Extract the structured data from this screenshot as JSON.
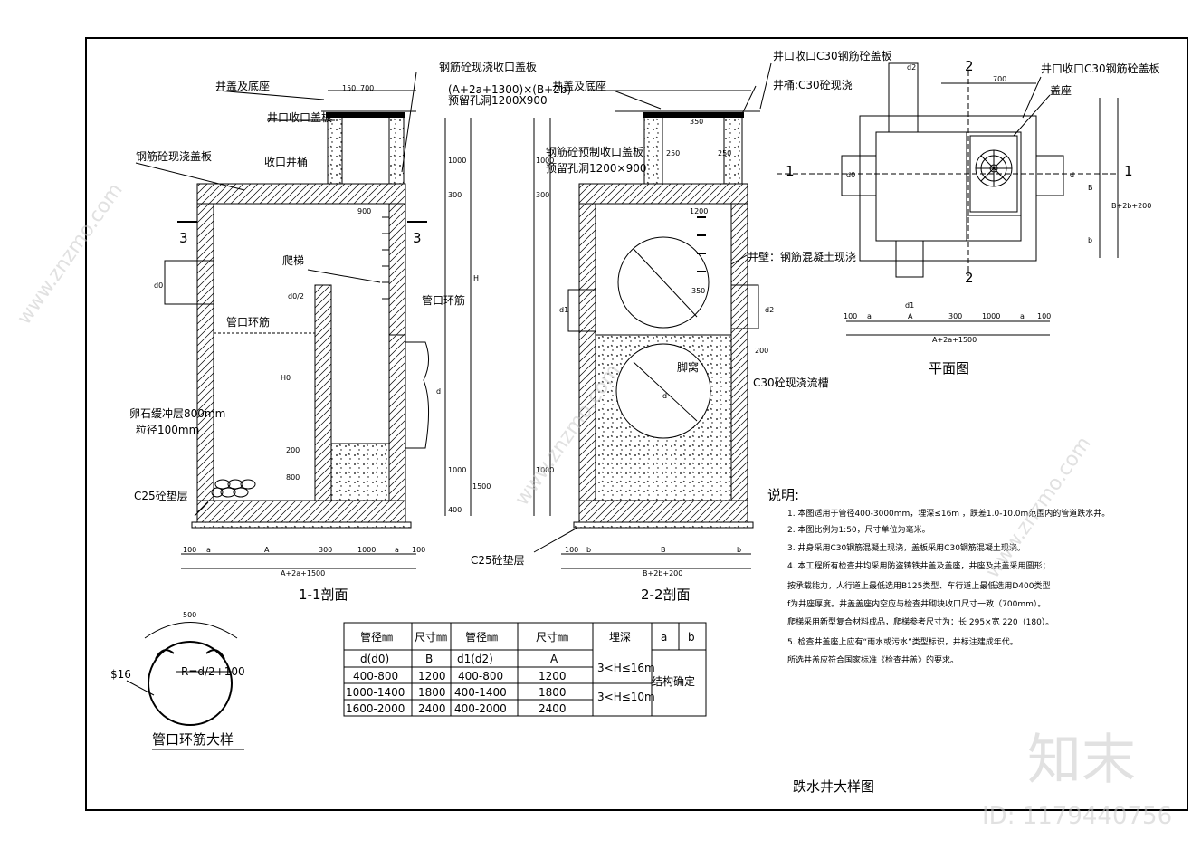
{
  "labels": {
    "sec1": {
      "cover_base": "井盖及底座",
      "neck_slab": "井口收口盖板",
      "rc_slab": "钢筋砼现浇盖板",
      "neck_barrel": "收口井桶",
      "ladder": "爬梯",
      "pipe_ring_left": "管口环筋",
      "pipe_ring_right": "管口环筋",
      "gravel": "卵石缓冲层800mm",
      "gravel2": "粒径100mm",
      "cushion": "C25砼垫层",
      "top_plate_title": "钢筋砼现浇收口盖板",
      "top_plate_size": "(A+2a+1300)×(B+2b)",
      "top_plate_hole": "预留孔洞1200X900",
      "title": "1-1剖面",
      "mark3": "3",
      "bottom_dim": "A+2a+1500",
      "H": "H",
      "H0": "H0",
      "d": "d",
      "d0": "d0",
      "d02": "d0/2",
      "dims": {
        "d100": "100",
        "a": "a",
        "A": "A",
        "d300": "300",
        "d1000": "1000",
        "d150": "150",
        "d700": "700",
        "d1000v": "1000",
        "d300v": "300",
        "d200": "200",
        "d800": "800",
        "d1500": "1500",
        "d400": "400",
        "d900": "900"
      }
    },
    "sec2": {
      "cover_base": "井盖及底座",
      "barrel": "井桶:C30砼现浇",
      "neck_top": "井口收口C30钢筋砼盖板",
      "precast": "钢筋砼预制收口盖板",
      "precast_hole": "预留孔洞1200×900",
      "wall": "井壁：钢筋混凝土现浇",
      "foothold": "脚窝",
      "channel": "C30砼现浇流槽",
      "cushion": "C25砼垫层",
      "title": "2-2剖面",
      "bottom_dim": "B+2b+200",
      "dims": {
        "b": "b",
        "B": "B",
        "d100": "100",
        "d350": "350",
        "d250": "250",
        "d1200": "1200",
        "d1": "d1",
        "d2": "d2",
        "d": "d",
        "d300": "300",
        "d1000": "1000",
        "d200": "200"
      }
    },
    "plan": {
      "neck": "井口收口C30钢筋砼盖板",
      "seat": "盖座",
      "title": "平面图",
      "mark1": "1",
      "mark2": "2",
      "bottom_dim": "A+2a+1500",
      "right_dim": "B+2b+200",
      "dims": {
        "d100": "100",
        "a": "a",
        "A": "A",
        "d300": "300",
        "d1000": "1000",
        "d700": "700",
        "d2": "d2",
        "d1": "d1",
        "d0": "d0",
        "d": "d",
        "B": "B",
        "b": "b"
      }
    },
    "ring": {
      "title": "管口环筋大样",
      "rebar": "$16",
      "radius": "R=d/2+100",
      "width": "500"
    }
  },
  "table": {
    "headers": [
      "管径㎜",
      "尺寸㎜",
      "管径㎜",
      "尺寸㎜",
      "埋深",
      "a",
      "b"
    ],
    "subheaders": [
      "d(d0)",
      "B",
      "d1(d2)",
      "A"
    ],
    "rows": [
      [
        "400-800",
        "1200",
        "400-800",
        "1200"
      ],
      [
        "1000-1400",
        "1800",
        "400-1400",
        "1800"
      ],
      [
        "1600-2000",
        "2400",
        "400-2000",
        "2400"
      ]
    ],
    "depth1": "3<H≤16m",
    "depth2": "3<H≤10m",
    "ab_value": "结构确定"
  },
  "notes": {
    "title": "说明:",
    "items": [
      "1. 本图适用于管径400-3000mm，埋深≤16m ，跌差1.0-10.0m范围内的管道跌水井。",
      "2. 本图比例为1:50，尺寸单位为毫米。",
      "3. 井身采用C30钢筋混凝土现浇，盖板采用C30钢筋混凝土现浇。",
      "4. 本工程所有检查井均采用防盗铸铁井盖及盖座，井座及井盖采用圆形；",
      "   按承载能力，人行道上最低选用B125类型、车行道上最低选用D400类型",
      "   f为井座厚度。井盖盖座内空应与检查井砌块收口尺寸一致（700mm）。",
      "   爬梯采用新型复合材料成品，爬梯参考尺寸为：长 295×宽 220（180）。",
      "5. 检查井盖座上应有“雨水或污水”类型标识，井标注建成年代。",
      "   所选井盖应符合国家标准《检查井盖》的要求。"
    ]
  },
  "drawing_title": "跌水井大样图",
  "watermark": {
    "brand": "知末",
    "id": "ID: 1179440756",
    "site": "www.znzmo.com"
  }
}
